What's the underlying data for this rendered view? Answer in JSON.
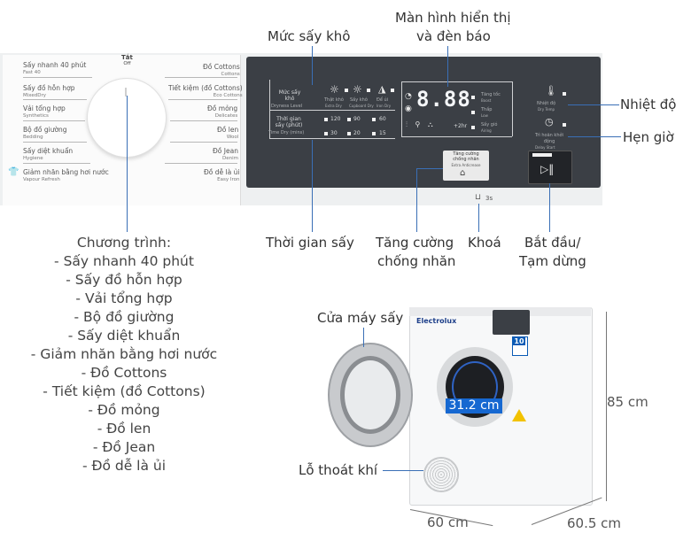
{
  "panel": {
    "off_label": "Tắt",
    "off_sub": "Off",
    "programs_left": [
      {
        "vi": "Sấy nhanh 40 phút",
        "en": "Fast 40"
      },
      {
        "vi": "Sấy đồ hỗn hợp",
        "en": "MixedDry"
      },
      {
        "vi": "Vải tổng hợp",
        "en": "Synthetics"
      },
      {
        "vi": "Bộ đồ giường",
        "en": "Bedding"
      },
      {
        "vi": "Sấy diệt khuẩn",
        "en": "Hygiene"
      },
      {
        "vi": "Giảm nhăn bằng hơi nước",
        "en": "Vapour Refresh"
      }
    ],
    "programs_right": [
      {
        "vi": "Đồ Cottons",
        "en": "Cottons"
      },
      {
        "vi": "Tiết kiệm (đồ Cottons)",
        "en": "Eco Cottons"
      },
      {
        "vi": "Đồ mỏng",
        "en": "Delicates"
      },
      {
        "vi": "Đồ len",
        "en": "Wool"
      },
      {
        "vi": "Đồ Jean",
        "en": "Denim"
      },
      {
        "vi": "Đồ dễ là ủi",
        "en": "Easy Iron"
      }
    ],
    "dryness": {
      "label_vi": "Mức sấy khô",
      "label_en": "Dryness Level",
      "levels": [
        {
          "vi": "Thật khô",
          "en": "Extra Dry"
        },
        {
          "vi": "Sấy khô",
          "en": "Cupboard Dry"
        },
        {
          "vi": "Để ủi",
          "en": "Iron Dry"
        }
      ]
    },
    "time": {
      "label_vi": "Thời gian sấy (phút)",
      "label_en": "Time Dry (mins)",
      "values": [
        "120",
        "90",
        "60",
        "30",
        "20",
        "15"
      ]
    },
    "segment_display": "8.88",
    "speed_options": [
      {
        "vi": "Tăng tốc",
        "en": "Boost"
      },
      {
        "vi": "Thấp",
        "en": "Low"
      },
      {
        "vi": "Sấy gió",
        "en": "Airing"
      }
    ],
    "temp_button": {
      "vi": "Nhiệt độ",
      "en": "Dry Temp"
    },
    "delay_button": {
      "vi": "Trì hoãn khởi động",
      "en": "Delay Start"
    },
    "anticrease_button": {
      "vi": "Tăng cường chống nhăn",
      "en": "Extra Anticrease"
    },
    "lock_hint": "3s",
    "h2o_label": "+2hr",
    "start_symbol": "▷‖"
  },
  "callouts": {
    "dryness": "Mức sấy khô",
    "display": "Màn hình hiển thị",
    "display2": "và đèn báo",
    "temp": "Nhiệt độ",
    "delay": "Hẹn giờ",
    "time": "Thời gian sấy",
    "anticrease": "Tăng cường",
    "anticrease2": "chống nhăn",
    "lock": "Khoá",
    "start": "Bắt đầu/",
    "start2": "Tạm dừng",
    "door": "Cửa máy sấy",
    "vent": "Lỗ thoát khí"
  },
  "programs": {
    "title": "Chương trình:",
    "items": [
      "- Sấy nhanh 40 phút",
      "- Sấy đồ hỗn hợp",
      "- Vải tổng hợp",
      "- Bộ đồ giường",
      "- Sấy diệt khuẩn",
      "- Giảm nhăn bằng hơi nước",
      "- Đồ Cottons",
      "- Tiết kiệm (đồ Cottons)",
      "- Đồ mỏng",
      "- Đồ len",
      "- Đồ Jean",
      "- Đồ dễ là ủi"
    ]
  },
  "dimensions": {
    "height": "85 cm",
    "width": "60 cm",
    "depth": "60.5 cm",
    "drum": "31.2 cm"
  },
  "product": {
    "brand_mark": "Electrolux",
    "badge": "10"
  },
  "colors": {
    "callout_line": "#3a6fb6",
    "display_bg": "#3b3f45",
    "size_tag": "#1668d1"
  }
}
